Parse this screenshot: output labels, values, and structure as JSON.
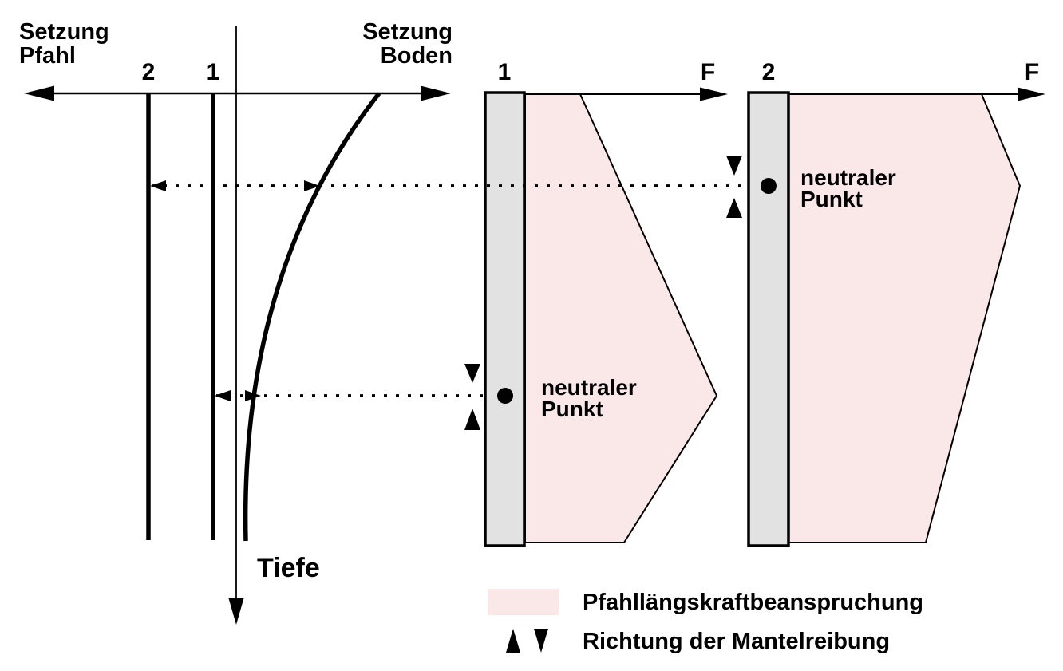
{
  "colors": {
    "ink": "#000000",
    "pink": "#fae8e9",
    "gray": "#e2e2e2"
  },
  "settlement_plot": {
    "left_axis_label": {
      "line1": "Setzung",
      "line2": "Pfahl"
    },
    "right_axis_label": {
      "line1": "Setzung",
      "line2": "Boden"
    },
    "depth_axis_label": "Tiefe",
    "pile2_settlement_curve_label": "2",
    "pile1_settlement_curve_label": "1"
  },
  "pile1": {
    "label": "1",
    "force_label": "F",
    "neutral_point": {
      "line1": "neutraler",
      "line2": "Punkt"
    }
  },
  "pile2": {
    "label": "2",
    "force_label": "F",
    "neutral_point": {
      "line1": "neutraler",
      "line2": "Punkt"
    }
  },
  "legend": {
    "force_area_label": "Pfahllängskraftbeanspruchung",
    "friction_direction_label": "Richtung der Mantelreibung"
  }
}
